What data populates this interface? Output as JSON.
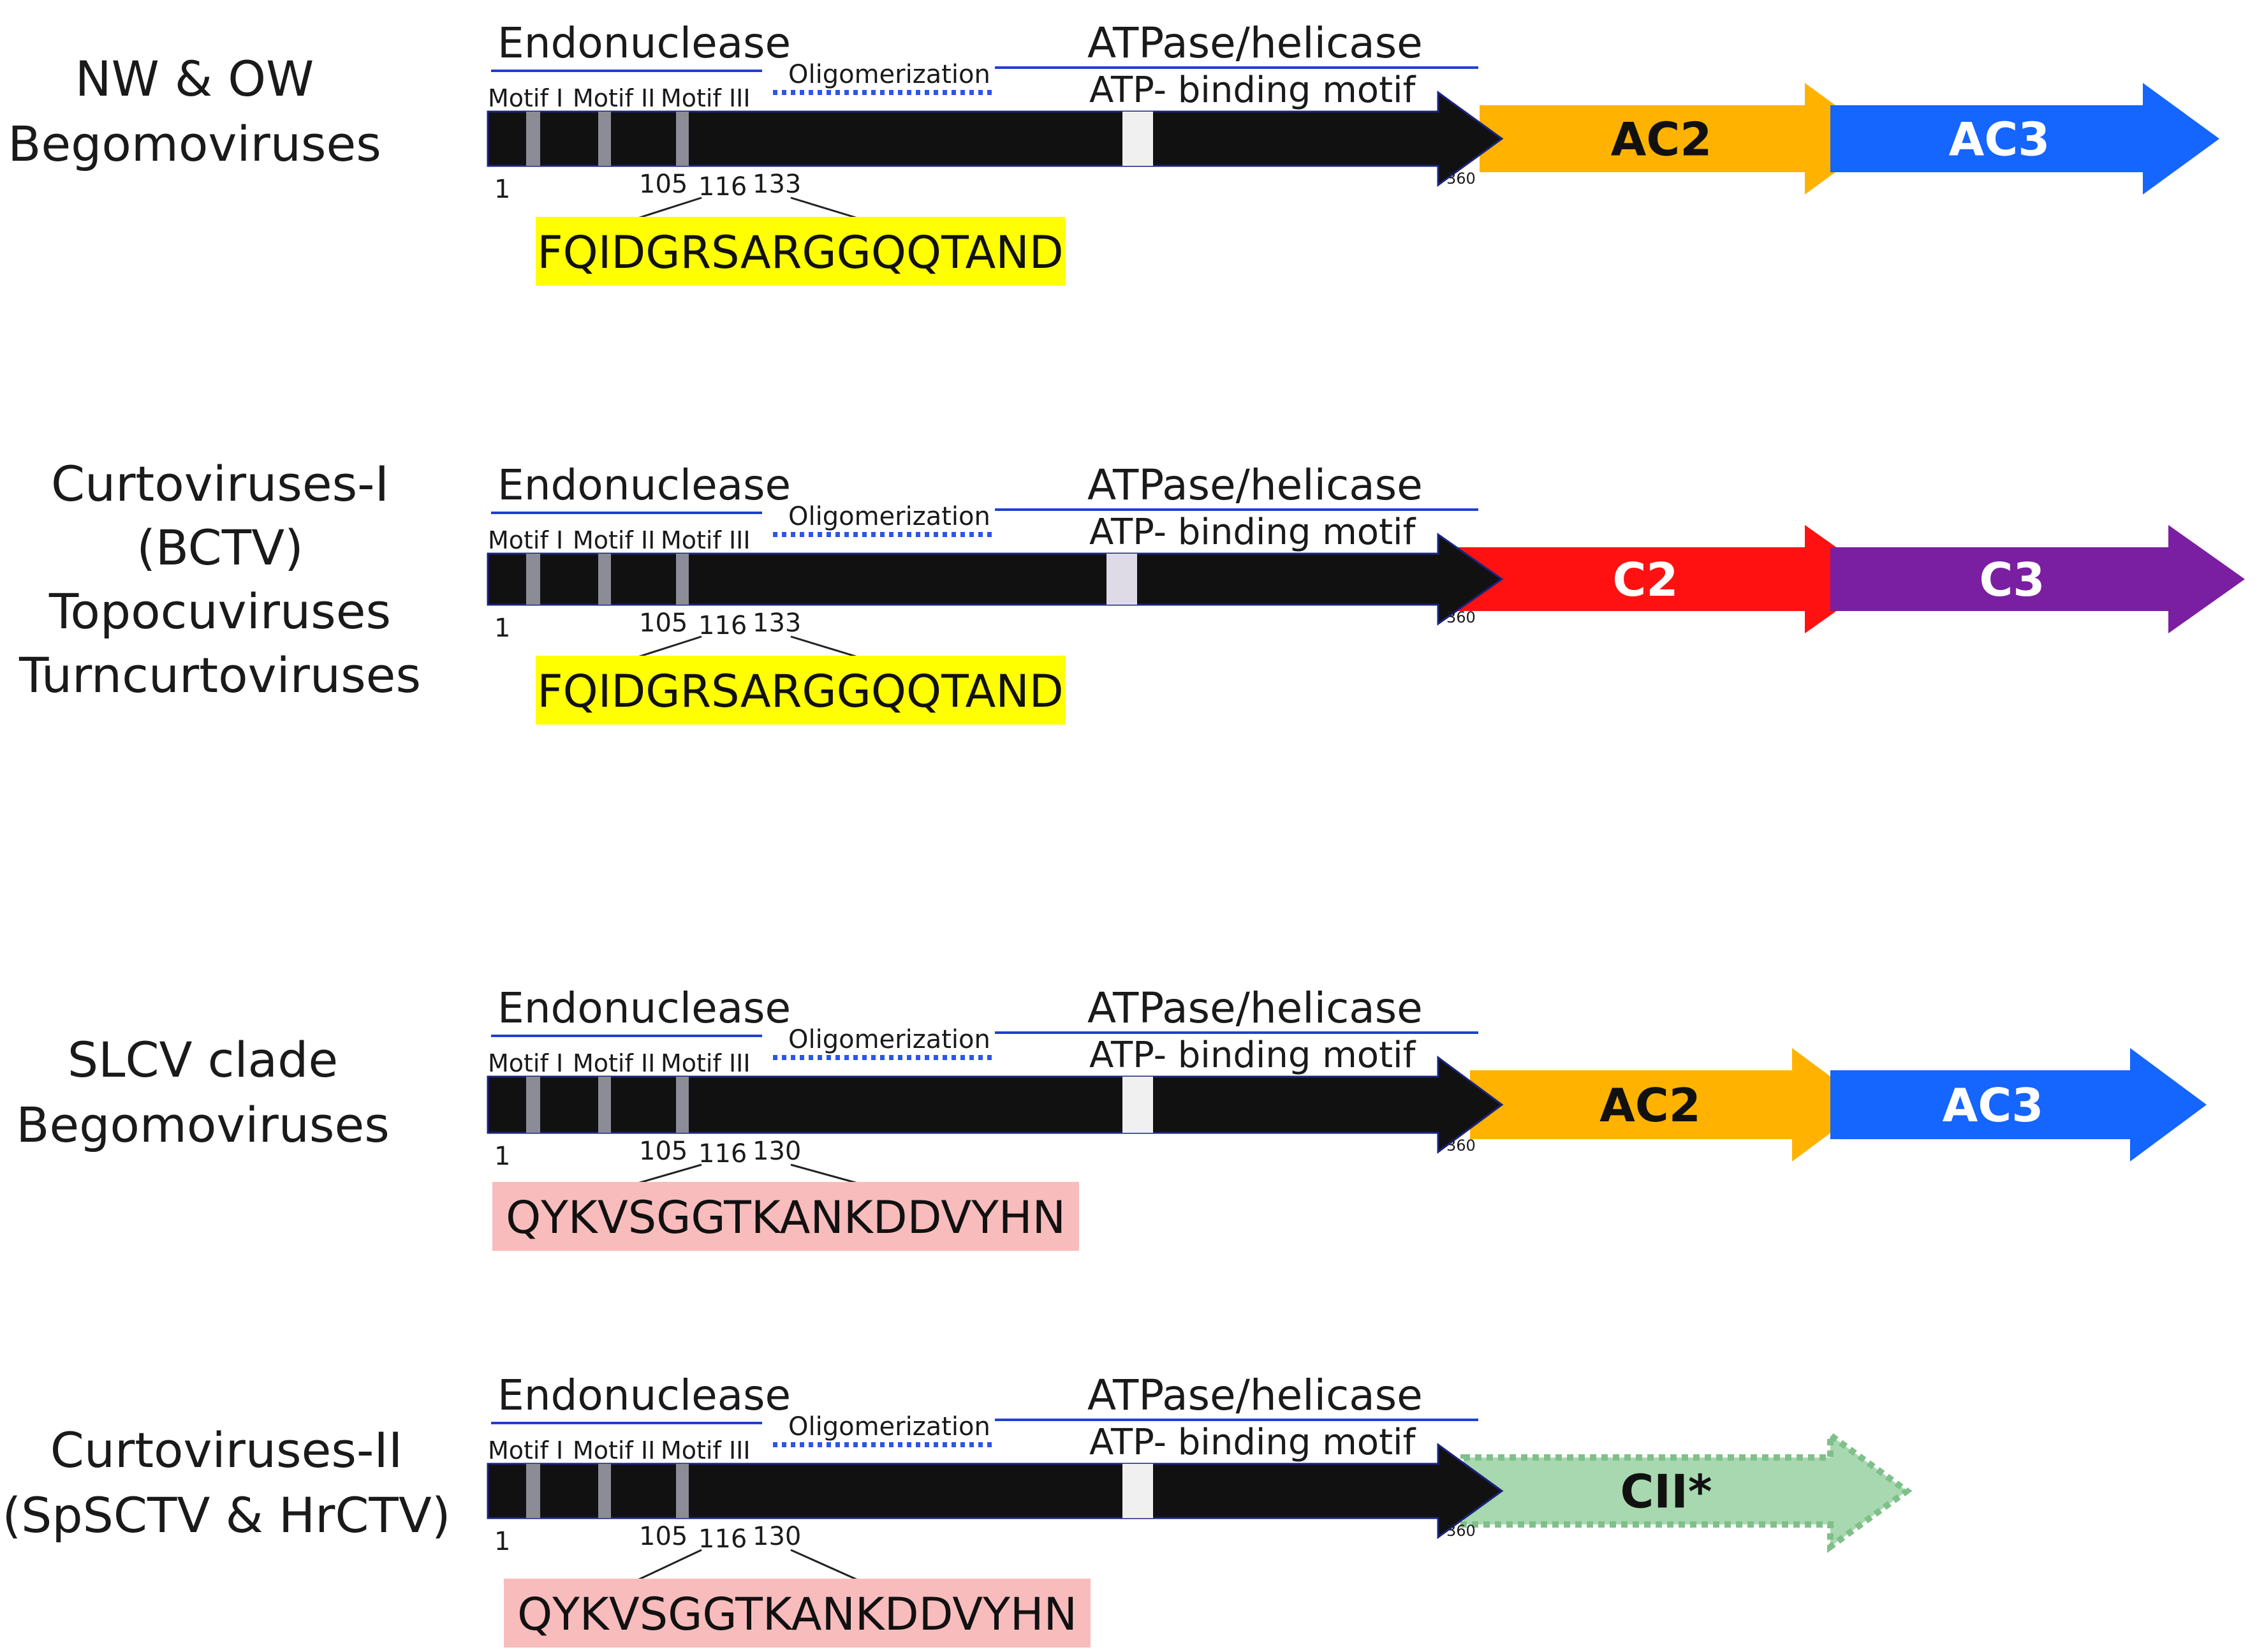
{
  "colors": {
    "rep_bar": "#111111",
    "rep_outline": "#1a237e",
    "motif_marker": "#8c8c96",
    "atp_marker_light": "#dedbe6",
    "atp_marker_white": "#f0f0f0",
    "blue_line": "#1f3fd6",
    "oligo_dots": "#2b56e8",
    "yellow_highlight": "#ffff00",
    "pink_highlight": "#f8bcbc",
    "AC2": "#ffb300",
    "AC3": "#1565ff",
    "C2": "#ff1111",
    "C3": "#7b1fa2",
    "CII": "#9ed4a6"
  },
  "rows": [
    {
      "group_label": [
        "NW & OW",
        "Begomoviruses"
      ],
      "endonuclease": "Endonuclease",
      "atpase": "ATPase/helicase",
      "oligomerization": "Oligomerization",
      "atp_binding": "ATP- binding motif",
      "motifs": [
        "Motif I",
        "Motif II",
        "Motif III"
      ],
      "positions": {
        "start": "1",
        "p1": "105",
        "p2": "116",
        "p3": "133",
        "end": "360"
      },
      "sequence": "FQIDGRSARGGQQTAND",
      "sequence_style": "yellow",
      "genes": [
        {
          "label": "AC2",
          "color": "AC2",
          "text_color": "#111111"
        },
        {
          "label": "AC3",
          "color": "AC3",
          "text_color": "#ffffff"
        }
      ]
    },
    {
      "group_label": [
        "Curtoviruses-I",
        "(BCTV)",
        "Topocuviruses",
        "Turncurtoviruses"
      ],
      "endonuclease": "Endonuclease",
      "atpase": "ATPase/helicase",
      "oligomerization": "Oligomerization",
      "atp_binding": "ATP- binding motif",
      "motifs": [
        "Motif I",
        "Motif II",
        "Motif III"
      ],
      "positions": {
        "start": "1",
        "p1": "105",
        "p2": "116",
        "p3": "133",
        "end": "360"
      },
      "sequence": "FQIDGRSARGGQQTAND",
      "sequence_style": "yellow",
      "genes": [
        {
          "label": "C2",
          "color": "C2",
          "text_color": "#ffffff"
        },
        {
          "label": "C3",
          "color": "C3",
          "text_color": "#ffffff"
        }
      ]
    },
    {
      "group_label": [
        "SLCV clade",
        "Begomoviruses"
      ],
      "endonuclease": "Endonuclease",
      "atpase": "ATPase/helicase",
      "oligomerization": "Oligomerization",
      "atp_binding": "ATP- binding motif",
      "motifs": [
        "Motif I",
        "Motif II",
        "Motif III"
      ],
      "positions": {
        "start": "1",
        "p1": "105",
        "p2": "116",
        "p3": "130",
        "end": "360"
      },
      "sequence": "QYKVSGGTKANKDDVYHN",
      "sequence_style": "pink",
      "genes": [
        {
          "label": "AC2",
          "color": "AC2",
          "text_color": "#111111"
        },
        {
          "label": "AC3",
          "color": "AC3",
          "text_color": "#ffffff"
        }
      ]
    },
    {
      "group_label": [
        "Curtoviruses-II",
        "(SpSCTV & HrCTV)"
      ],
      "endonuclease": "Endonuclease",
      "atpase": "ATPase/helicase",
      "oligomerization": "Oligomerization",
      "atp_binding": "ATP- binding motif",
      "motifs": [
        "Motif I",
        "Motif II",
        "Motif III"
      ],
      "positions": {
        "start": "1",
        "p1": "105",
        "p2": "116",
        "p3": "130",
        "end": "360"
      },
      "sequence": "QYKVSGGTKANKDDVYHN",
      "sequence_style": "pink",
      "genes": [
        {
          "label": "CII*",
          "color": "CII",
          "text_color": "#111111"
        }
      ]
    }
  ]
}
